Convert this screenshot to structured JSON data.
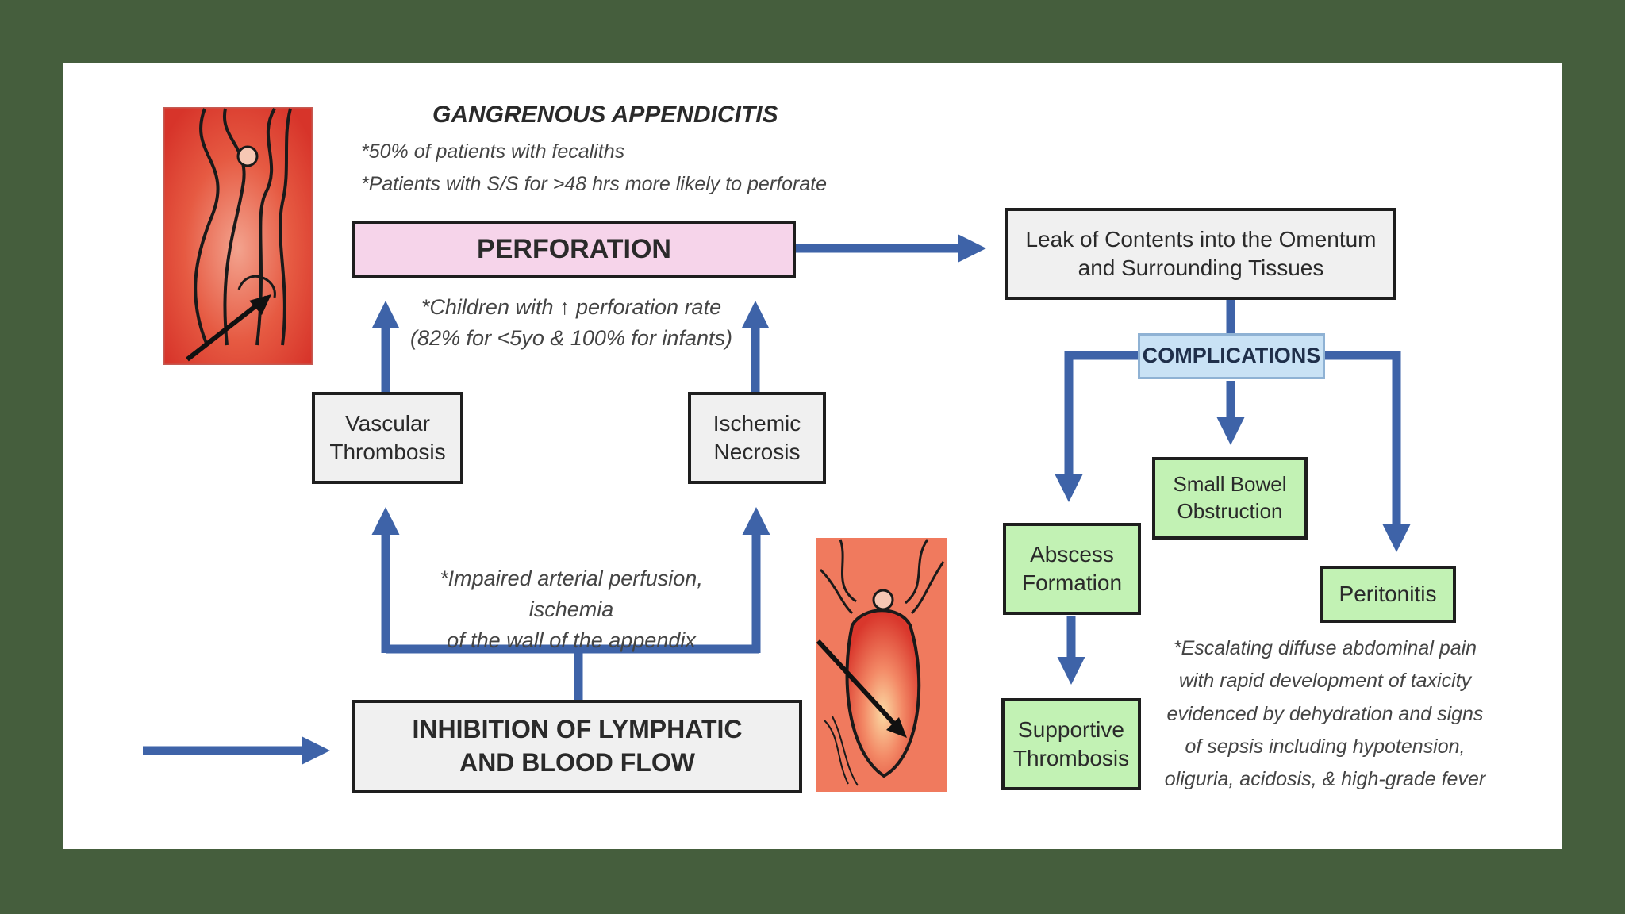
{
  "title": "GANGRENOUS APPENDICITIS",
  "notes": {
    "top_line1": "*50% of patients with fecaliths",
    "top_line2": "*Patients with S/S for >48 hrs more likely to perforate",
    "children_line1": "*Children with ↑ perforation rate",
    "children_line2": "(82% for <5yo & 100% for infants)",
    "perfusion_line1": "*Impaired arterial perfusion, ischemia",
    "perfusion_line2": "of the wall of the appendix",
    "peritonitis_line1": "*Escalating diffuse abdominal pain",
    "peritonitis_line2": "with rapid development of taxicity",
    "peritonitis_line3": "evidenced by dehydration and signs",
    "peritonitis_line4": "of sepsis including hypotension,",
    "peritonitis_line5": "oliguria, acidosis, & high-grade fever"
  },
  "nodes": {
    "perforation": "PERFORATION",
    "leak_line1": "Leak of Contents into the Omentum",
    "leak_line2": "and Surrounding Tissues",
    "complications": "COMPLICATIONS",
    "vascular_line1": "Vascular",
    "vascular_line2": "Thrombosis",
    "ischemic_line1": "Ischemic",
    "ischemic_line2": "Necrosis",
    "inhibition_line1": "INHIBITION OF LYMPHATIC",
    "inhibition_line2": "AND BLOOD FLOW",
    "sbo_line1": "Small Bowel",
    "sbo_line2": "Obstruction",
    "abscess_line1": "Abscess",
    "abscess_line2": "Formation",
    "peritonitis": "Peritonitis",
    "supportive_line1": "Supportive",
    "supportive_line2": "Thrombosis"
  },
  "colors": {
    "background": "#455e3d",
    "card": "#ffffff",
    "arrow": "#3e63a8",
    "box_gray": "#f0f0f0",
    "box_pink": "#f6d4ea",
    "box_green": "#c2f2b4",
    "box_blue": "#c9e2f5"
  }
}
